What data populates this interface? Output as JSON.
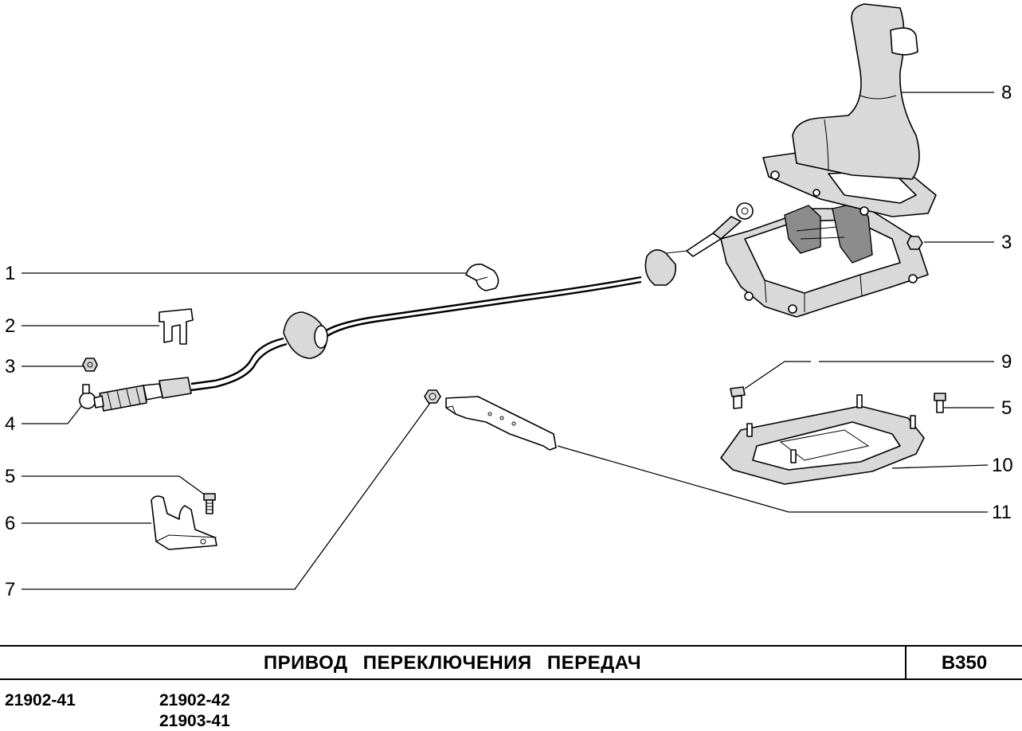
{
  "callouts": [
    {
      "id": "c1",
      "label": "1"
    },
    {
      "id": "c2",
      "label": "2"
    },
    {
      "id": "c3a",
      "label": "3"
    },
    {
      "id": "c4",
      "label": "4"
    },
    {
      "id": "c5a",
      "label": "5"
    },
    {
      "id": "c6",
      "label": "6"
    },
    {
      "id": "c7",
      "label": "7"
    },
    {
      "id": "c8",
      "label": "8"
    },
    {
      "id": "c3b",
      "label": "3"
    },
    {
      "id": "c9",
      "label": "9"
    },
    {
      "id": "c5b",
      "label": "5"
    },
    {
      "id": "c10",
      "label": "10"
    },
    {
      "id": "c11",
      "label": "11"
    }
  ],
  "title_block": {
    "title": "ПРИВОД   ПЕРЕКЛЮЧЕНИЯ   ПЕРЕДАЧ",
    "code": "B350"
  },
  "models": {
    "left": "21902-41",
    "right_1": "21902-42",
    "right_2": "21903-41"
  }
}
